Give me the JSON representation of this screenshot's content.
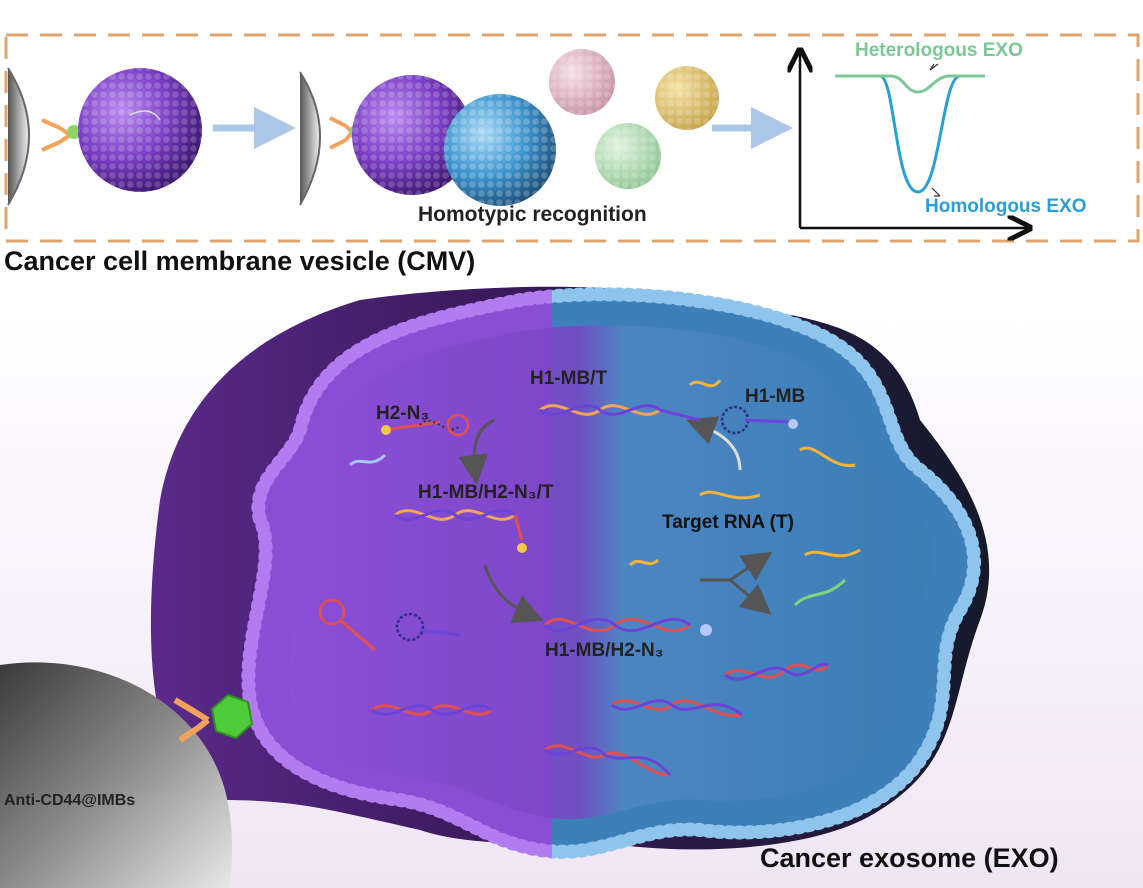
{
  "top_panel": {
    "recognition_label": "Homotypic recognition",
    "graph": {
      "heterologous_label": "Heterologous EXO",
      "homologous_label": "Homologous EXO"
    }
  },
  "cmv_label": "Cancer cell membrane vesicle (CMV)",
  "main": {
    "labels": {
      "h2n3": "H2-N₃",
      "h1mb_t": "H1-MB/T",
      "h1mb": "H1-MB",
      "h1mb_h2n3_t": "H1-MB/H2-N₃/T",
      "target_rna": "Target RNA (T)",
      "h1mb_h2n3": "H1-MB/H2-N₃"
    },
    "bead_label": "Anti-CD44@IMBs",
    "exosome_label": "Cancer exosome (EXO)"
  },
  "colors": {
    "cmv_purple": "#7b3fc4",
    "exo_blue": "#3b8ec8",
    "heterologous_green": "#7cc796",
    "homologous_blue": "#2a9fd6",
    "dashed_border": "#e0a56a",
    "arrow_light_blue": "#a9c8e8"
  }
}
